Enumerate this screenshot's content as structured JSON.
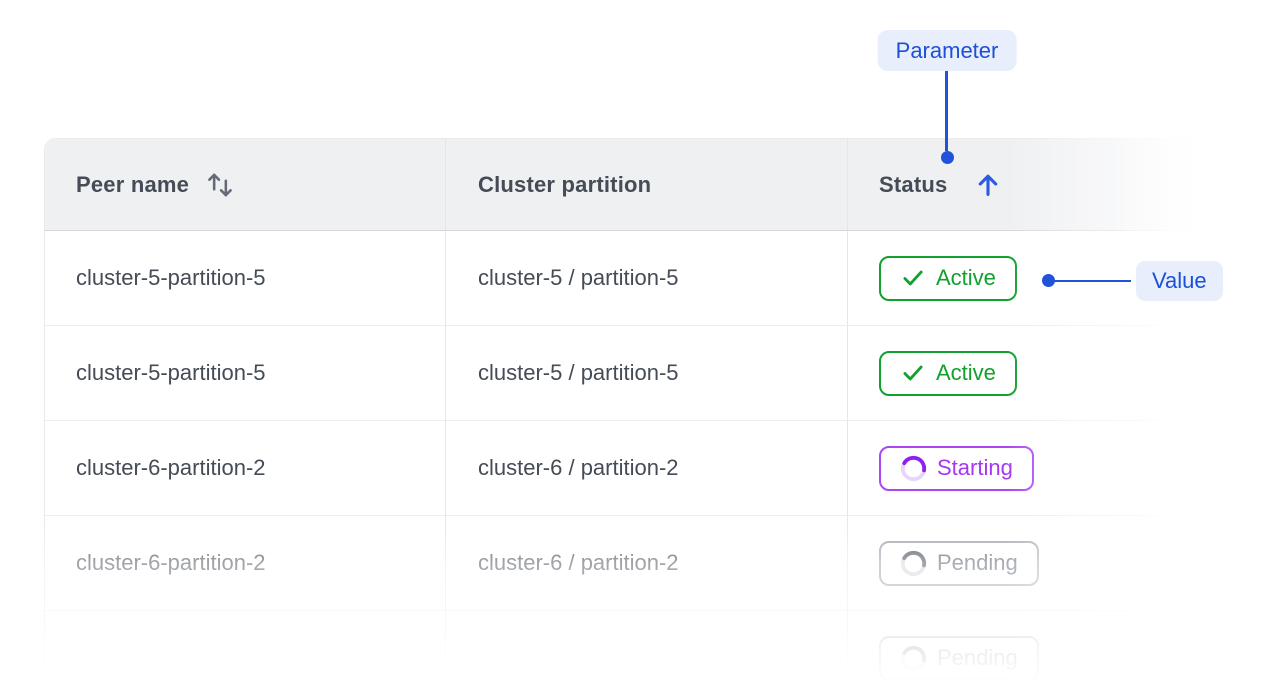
{
  "annotations": {
    "parameter_label": "Parameter",
    "value_label": "Value"
  },
  "table": {
    "columns": [
      {
        "label": "Peer name",
        "sort": "both"
      },
      {
        "label": "Cluster partition",
        "sort": "none"
      },
      {
        "label": "Status",
        "sort": "asc"
      }
    ],
    "rows": [
      {
        "peer_name": "cluster-5-partition-5",
        "cluster_partition": "cluster-5 / partition-5",
        "status": "Active",
        "status_kind": "active"
      },
      {
        "peer_name": "cluster-5-partition-5",
        "cluster_partition": "cluster-5 / partition-5",
        "status": "Active",
        "status_kind": "active"
      },
      {
        "peer_name": "cluster-6-partition-2",
        "cluster_partition": "cluster-6 / partition-2",
        "status": "Starting",
        "status_kind": "starting"
      },
      {
        "peer_name": "cluster-6-partition-2",
        "cluster_partition": "cluster-6 / partition-2",
        "status": "Pending",
        "status_kind": "pending"
      },
      {
        "peer_name": "",
        "cluster_partition": "",
        "status": "Pending",
        "status_kind": "pending"
      }
    ]
  },
  "icons": {
    "sort_both": "sort-updown-icon",
    "sort_asc": "sort-ascending-icon",
    "active": "check-icon",
    "starting": "spinner-icon",
    "pending": "spinner-icon"
  },
  "colors": {
    "accent_blue": "#2153da",
    "callout_bg": "#e8eefb",
    "active_green": "#12a02e",
    "starting_purple": "#a637f1",
    "pending_gray": "#565f6b",
    "header_bg": "#eff0f2"
  }
}
